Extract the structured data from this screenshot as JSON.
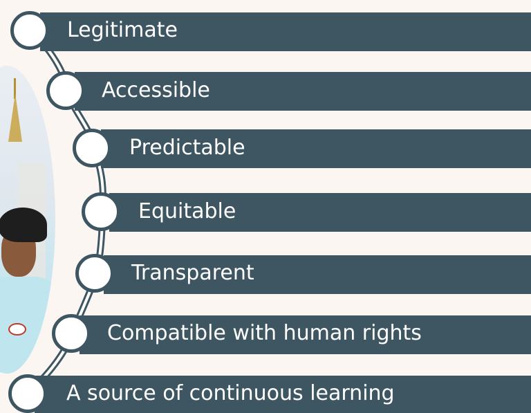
{
  "items": [
    {
      "label": "Legitimate"
    },
    {
      "label": "Accessible"
    },
    {
      "label": "Predictable"
    },
    {
      "label": "Equitable"
    },
    {
      "label": "Transparent"
    },
    {
      "label": "Compatible with human rights"
    },
    {
      "label": "A source of continuous learning"
    }
  ],
  "colors": {
    "bar": "#3d5661",
    "circle_fill": "#ffffff",
    "background": "#fbf6f1",
    "text": "#ffffff"
  }
}
